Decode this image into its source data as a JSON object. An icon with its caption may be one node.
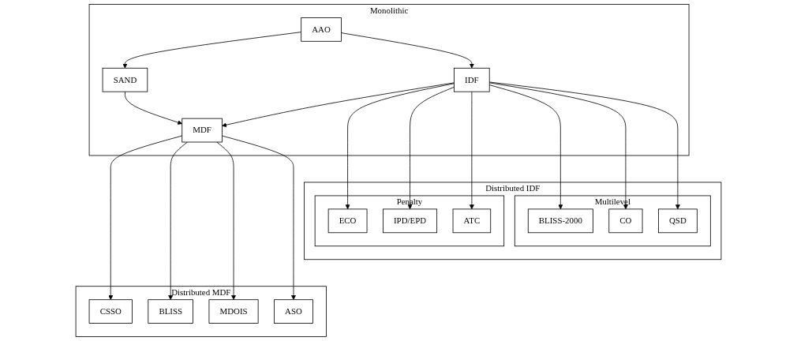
{
  "diagram": {
    "nodes": [
      {
        "text": [
          "Monolithic"
        ]
      },
      {
        "text": [
          "AAO"
        ],
        "in": 0
      },
      {
        "text": [
          "SAND"
        ],
        "in": 0
      },
      {
        "text": [
          "IDF"
        ],
        "in": 0
      },
      {
        "text": [
          "MDF"
        ],
        "in": 0
      },
      {
        "text": [
          "Distributed IDF"
        ]
      },
      {
        "text": [
          "Penalty"
        ],
        "in": 5
      },
      {
        "text": [
          "ECO"
        ],
        "in": 6
      },
      {
        "text": [
          "ATC"
        ],
        "in": 6
      },
      {
        "text": [
          "IPD/EPD"
        ],
        "in": 6
      },
      {
        "text": [
          "Multilevel"
        ],
        "in": 5
      },
      {
        "text": [
          "BLISS-2000"
        ],
        "in": 10
      },
      {
        "text": [
          "QSD"
        ],
        "in": 10
      },
      {
        "text": [
          "CO"
        ],
        "in": 10
      },
      {
        "text": [
          "Distributed MDF"
        ]
      },
      {
        "text": [
          "CSSO"
        ],
        "in": 14
      },
      {
        "text": [
          "MDOIS"
        ],
        "in": 14
      },
      {
        "text": [
          "BLISS"
        ],
        "in": 14
      },
      {
        "text": [
          "ASO"
        ],
        "in": 14
      }
    ],
    "edges": [
      {
        "from": 1,
        "to": 2,
        "arrow": "to"
      },
      {
        "from": 1,
        "to": 3,
        "arrow": "to"
      },
      {
        "from": 2,
        "to": 4,
        "arrow": "to"
      },
      {
        "from": 3,
        "to": 4,
        "arrow": "to"
      },
      {
        "from": 3,
        "to": 7,
        "arrow": "to"
      },
      {
        "from": 3,
        "to": 9,
        "arrow": "to"
      },
      {
        "from": 3,
        "to": 8,
        "arrow": "to"
      },
      {
        "from": 3,
        "to": 11,
        "arrow": "to"
      },
      {
        "from": 3,
        "to": 13,
        "arrow": "to"
      },
      {
        "from": 3,
        "to": 12,
        "arrow": "to"
      },
      {
        "from": 4,
        "to": 15,
        "arrow": "to"
      },
      {
        "from": 4,
        "to": 17,
        "arrow": "to"
      },
      {
        "from": 4,
        "to": 16,
        "arrow": "to"
      },
      {
        "from": 4,
        "to": 18,
        "arrow": "to"
      }
    ]
  }
}
